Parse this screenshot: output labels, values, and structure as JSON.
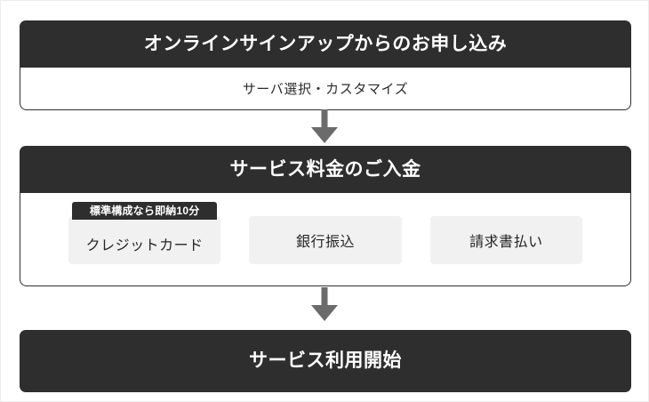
{
  "diagram": {
    "type": "vertical-flow",
    "accent_dark": "#2e2e2e",
    "arrow_color": "#6b6b6b",
    "card_bg": "#f1f1f1",
    "steps": [
      {
        "id": "signup",
        "title": "オンラインサインアップからのお申し込み",
        "subtitle": "サーバ選択・カスタマイズ"
      },
      {
        "id": "payment",
        "title": "サービス料金のご入金",
        "methods": [
          {
            "label": "クレジットカード",
            "badge": "標準構成なら即納10分"
          },
          {
            "label": "銀行振込",
            "badge": null
          },
          {
            "label": "請求書払い",
            "badge": null
          }
        ]
      },
      {
        "id": "start",
        "title": "サービス利用開始"
      }
    ],
    "arrows": [
      {
        "name": "arrow-signup-to-payment"
      },
      {
        "name": "arrow-payment-to-start"
      }
    ]
  }
}
